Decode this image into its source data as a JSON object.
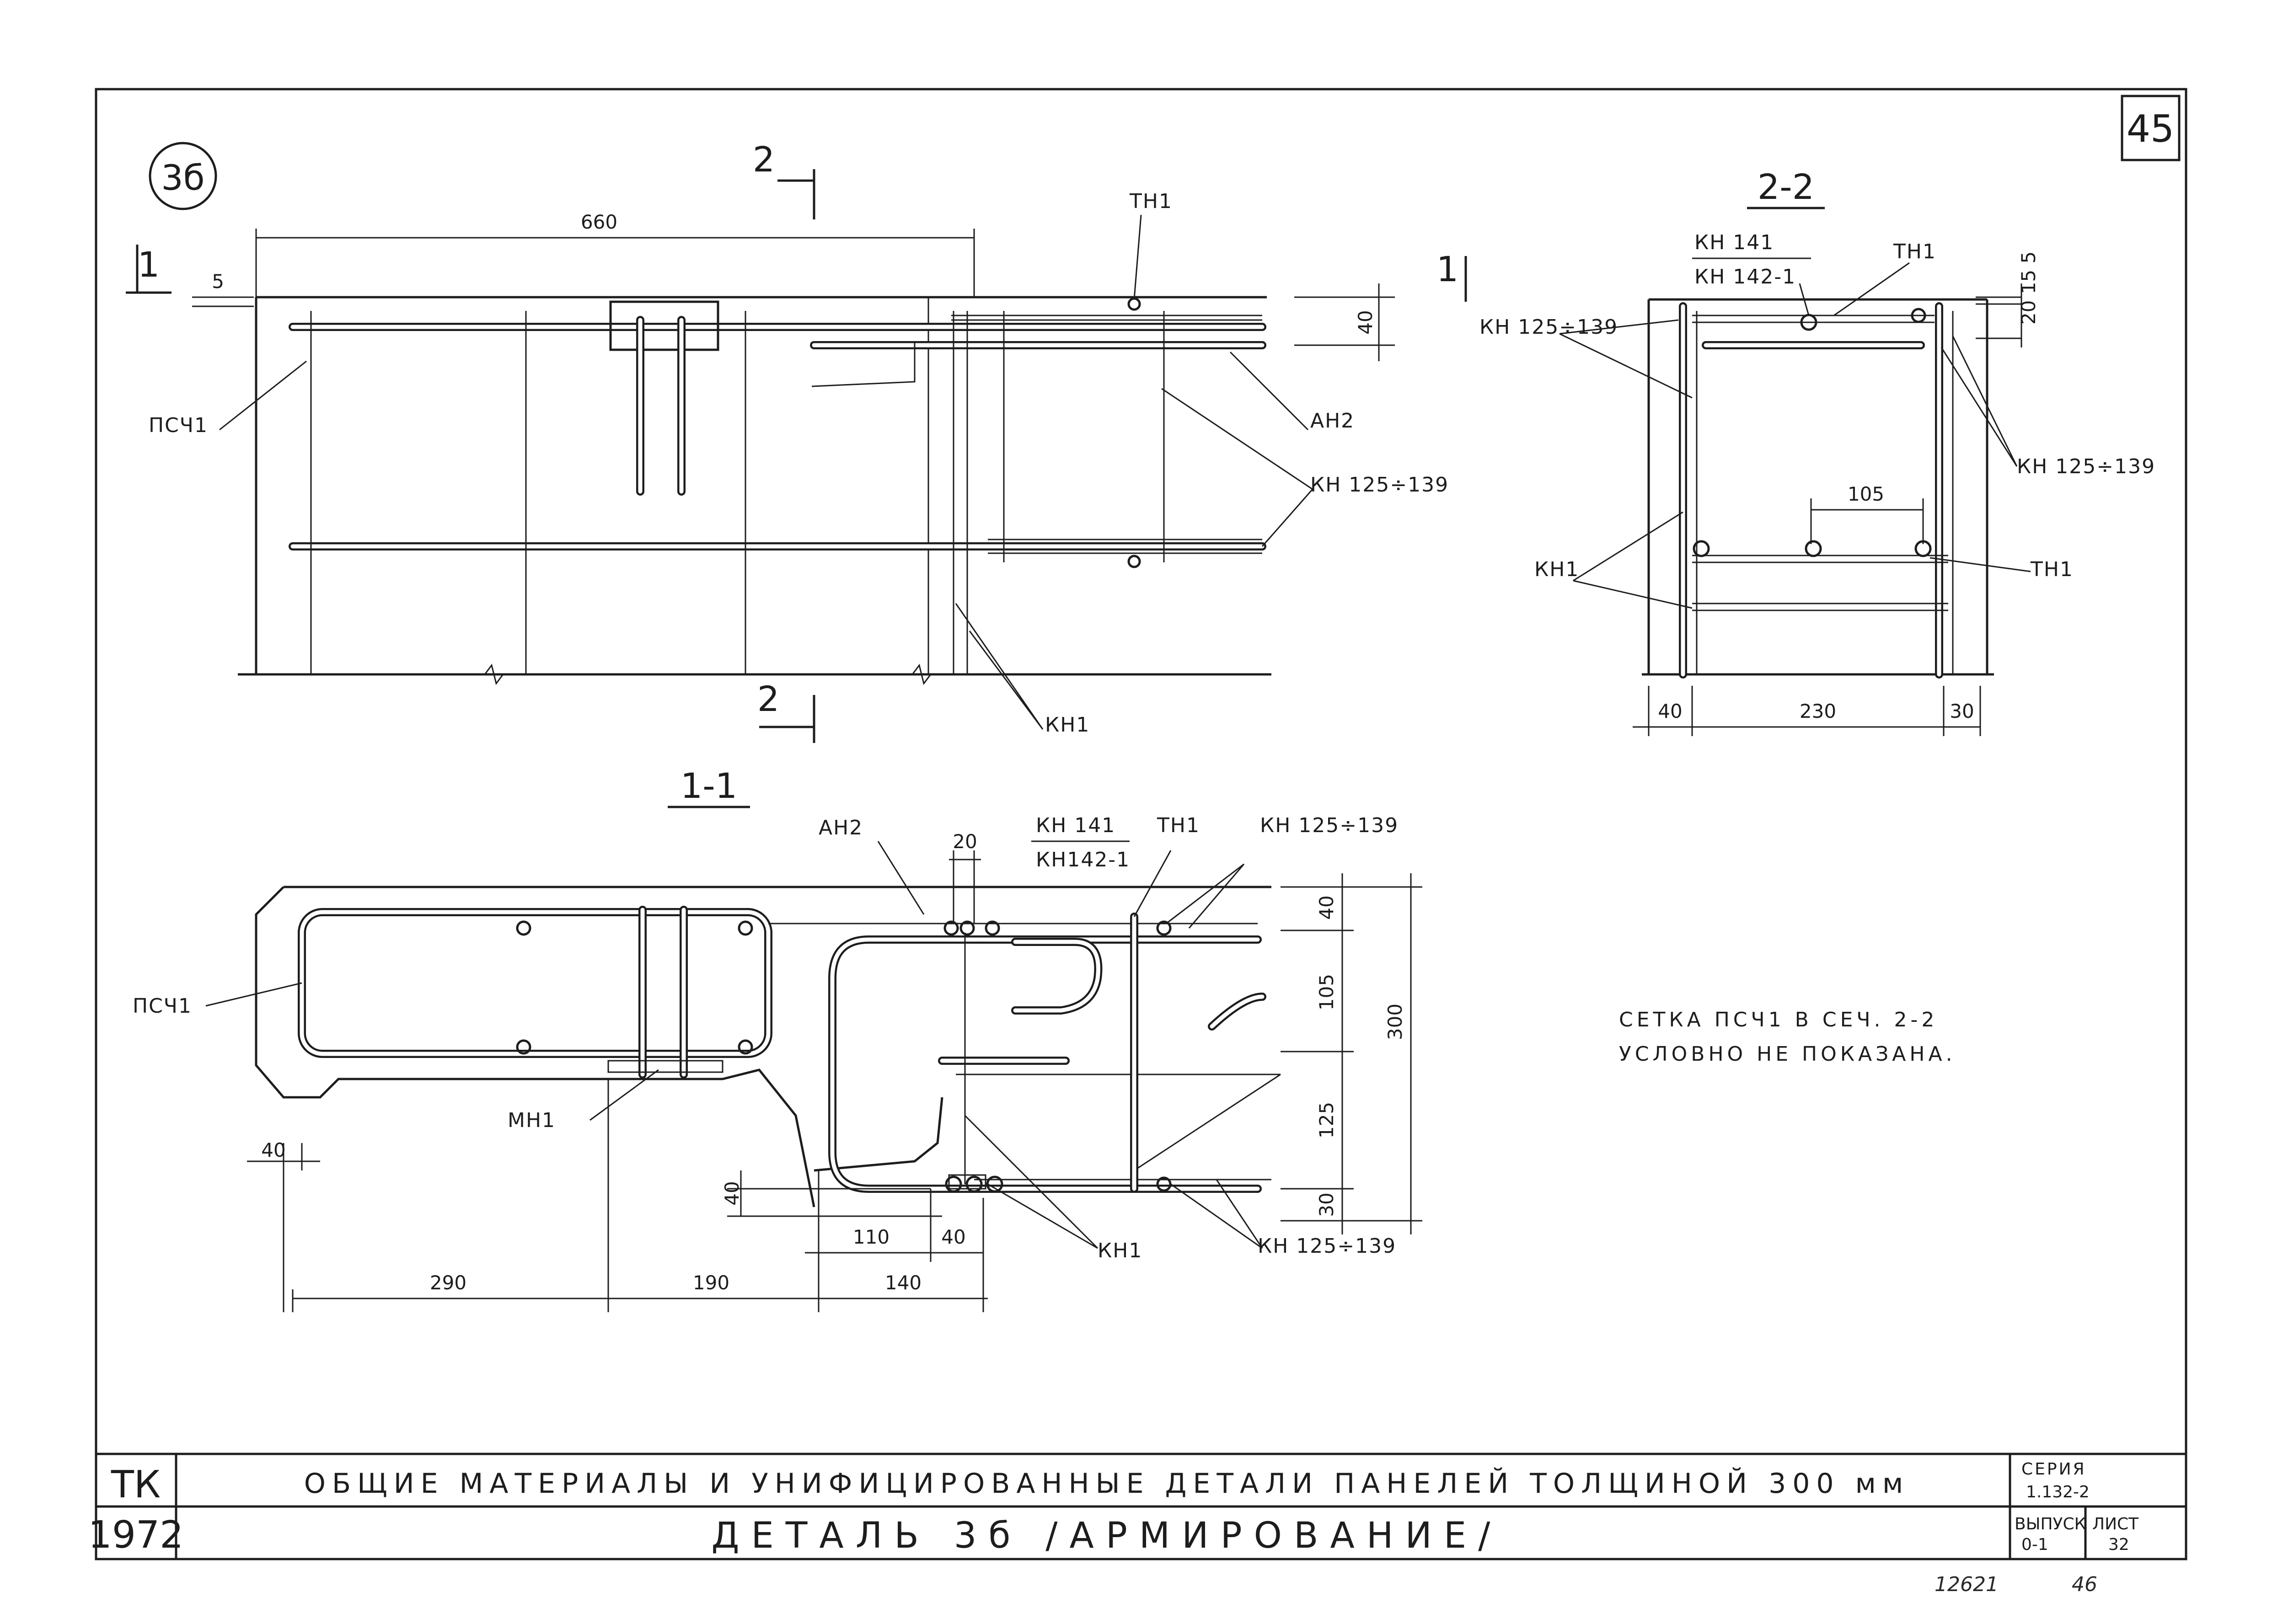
{
  "mark": "3б",
  "sheet_no": "45",
  "sec_2_2": "2-2",
  "sec_1_1": "1-1",
  "cut_2": "2",
  "cut_1": "1",
  "plan": {
    "dim_660": "660",
    "dim_5": "5",
    "dim_40": "40",
    "psch1": "ПСЧ1",
    "tn1": "ТН1",
    "an2": "АН2",
    "kn125_139": "КН 125÷139",
    "kn1": "КН1"
  },
  "section22": {
    "kn141": "КН 141",
    "kn142_1": "КН 142-1",
    "tn1_top": "ТН1",
    "kn125_139_left": "КН 125÷139",
    "kn125_139_right": "КН 125÷139",
    "dim_20_15_5": "20 15 5",
    "dim_105": "105",
    "kn1": "КН1",
    "tn1_bottom": "ТН1",
    "dim_40": "40",
    "dim_230": "230",
    "dim_30": "30"
  },
  "section11": {
    "an2": "АН2",
    "dim_20": "20",
    "kn141": "КН 141",
    "kn142_1": "КН142-1",
    "tn1": "ТН1",
    "kn125_139_top": "КН 125÷139",
    "psch1": "ПСЧ1",
    "mn1": "МН1",
    "kn1": "КН1",
    "kn125_139_bottom": "КН 125÷139",
    "dim_40_left": "40",
    "dim_40_low": "40",
    "dim_110": "110",
    "dim_40_b": "40",
    "dim_290": "290",
    "dim_190": "190",
    "dim_140": "140",
    "dim_v40": "40",
    "dim_v105": "105",
    "dim_v125": "125",
    "dim_v30": "30",
    "dim_v300": "300"
  },
  "note": {
    "line1": "СЕТКА ПСЧ1 В СЕЧ. 2-2",
    "line2": "УСЛОВНО НЕ ПОКАЗАНА."
  },
  "title_block": {
    "tk": "ТК",
    "year": "1972",
    "title": "ОБЩИЕ МАТЕРИАЛЫ И УНИФИЦИРОВАННЫЕ ДЕТАЛИ ПАНЕЛЕЙ ТОЛЩИНОЙ 300 мм",
    "subtitle": "ДЕТАЛЬ 3б /АРМИРОВАНИЕ/",
    "series_label": "СЕРИЯ",
    "series_value": "1.132-2",
    "issue_label": "ВЫПУСК",
    "issue_value": "0-1",
    "sheet_label": "ЛИСТ",
    "sheet_value": "32"
  },
  "footer_numbers": [
    "12621",
    "46"
  ]
}
